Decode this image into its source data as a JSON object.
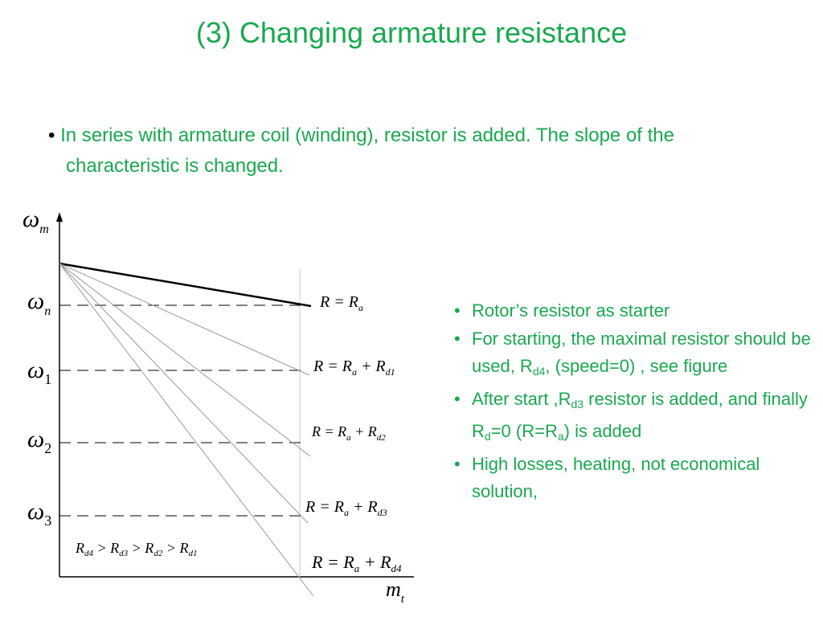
{
  "title": "(3) Changing armature resistance",
  "intro": {
    "bullet": "•",
    "line1": "In series with armature coil (winding), resistor is added. The slope of the",
    "line2": "characteristic is changed."
  },
  "notes": [
    {
      "bullet": "•",
      "parts": [
        {
          "t": "Rotor’s resistor as starter"
        }
      ]
    },
    {
      "bullet": "•",
      "parts": [
        {
          "t": "For starting, the maximal resistor should be used, R"
        },
        {
          "sub": "d4"
        },
        {
          "t": ", (speed=0) , see figure"
        }
      ]
    },
    {
      "bullet": "•",
      "parts": [
        {
          "t": "After start ,R"
        },
        {
          "sub": "d3"
        },
        {
          "t": " resistor is  added, and finally R"
        },
        {
          "sub": "d"
        },
        {
          "t": "=0 (R=R"
        },
        {
          "sub": "a"
        },
        {
          "t": ") is added"
        }
      ]
    },
    {
      "bullet": "•",
      "parts": [
        {
          "t": "High losses, heating, not economical solution,"
        }
      ]
    }
  ],
  "diagram": {
    "y_axis": {
      "symbol": "ω",
      "sub": "m"
    },
    "x_axis": {
      "symbol": "m",
      "sub": "t"
    },
    "speed_levels": [
      {
        "symbol": "ω",
        "sub": "n"
      },
      {
        "symbol": "ω",
        "sub": "1"
      },
      {
        "symbol": "ω",
        "sub": "2"
      },
      {
        "symbol": "ω",
        "sub": "3"
      }
    ],
    "curves": [
      {
        "label": "R = R",
        "sub1": "a",
        "plus": "",
        "sub2": ""
      },
      {
        "label": "R = R",
        "sub1": "a",
        "plus": " + R",
        "sub2": "d1"
      },
      {
        "label": "R = R",
        "sub1": "a",
        "plus": " + R",
        "sub2": "d2"
      },
      {
        "label": "R = R",
        "sub1": "a",
        "plus": " + R",
        "sub2": "d3"
      },
      {
        "label": "R = R",
        "sub1": "a",
        "plus": " +  R",
        "sub2": "d4"
      }
    ],
    "inequality": [
      {
        "t": "R",
        "s": "d4"
      },
      {
        "t": " > R",
        "s": "d3"
      },
      {
        "t": " > R",
        "s": "d2"
      },
      {
        "t": " > R",
        "s": "d1"
      }
    ]
  }
}
